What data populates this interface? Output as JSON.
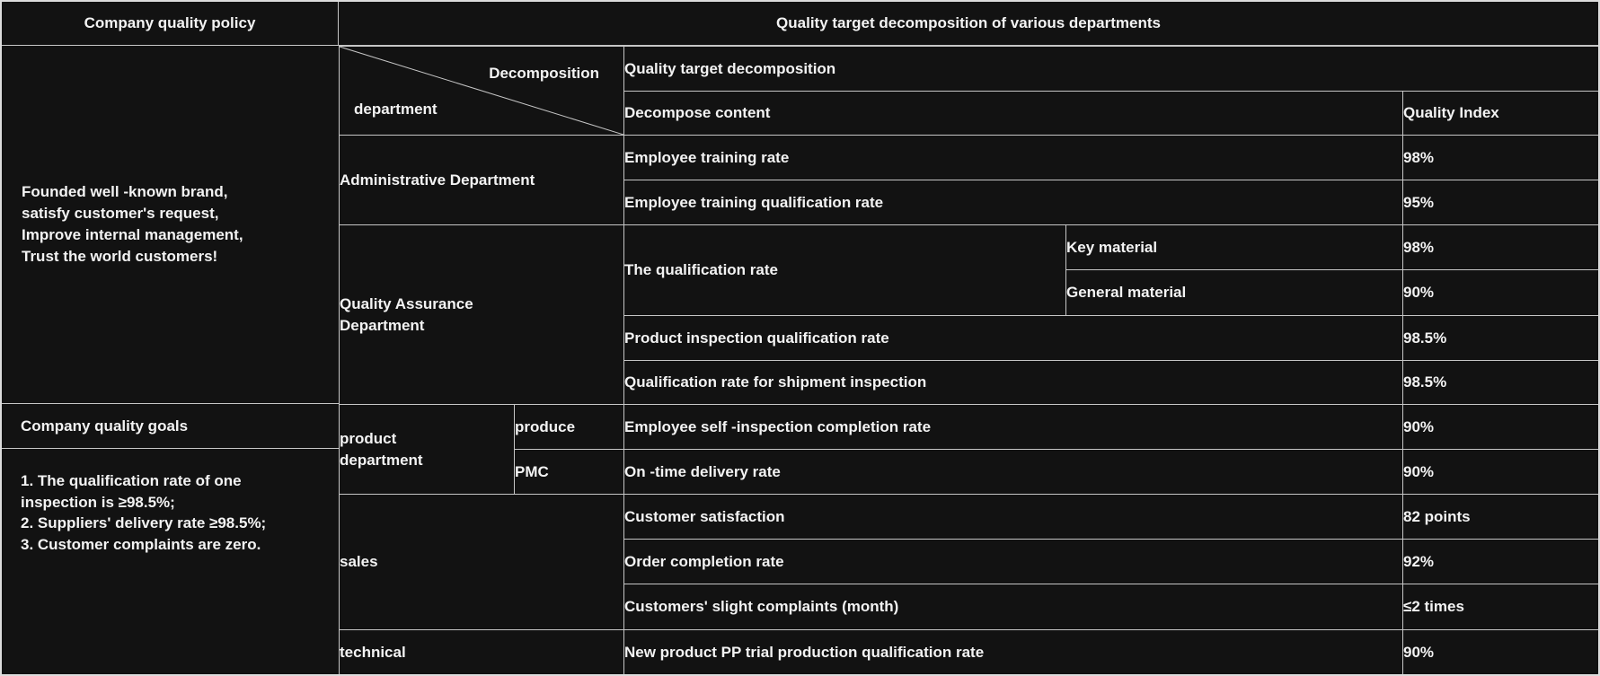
{
  "colors": {
    "background": "#121212",
    "grid_line": "#c6c6c6",
    "outer_border": "#dcdcdc",
    "text": "#f3f3f3"
  },
  "header": {
    "left": "Company quality policy",
    "right": "Quality target decomposition of various departments"
  },
  "left_panel": {
    "policy_text": "Founded well -known brand,\nsatisfy customer's request,\nImprove internal management,\nTrust the world customers!",
    "goals_title": "Company quality goals",
    "goals_text": "1. The qualification rate of one\ninspection is ≥98.5%;\n2. Suppliers' delivery rate ≥98.5%;\n3. Customer complaints are zero."
  },
  "matrix": {
    "corner": {
      "top": "Decomposition",
      "bottom": "department"
    },
    "span_header": "Quality target decomposition",
    "content_header": "Decompose content",
    "index_header": "Quality Index",
    "groups": [
      {
        "dept": "Administrative Department",
        "rows": [
          {
            "content": "Employee training rate",
            "index": "98%"
          },
          {
            "content": "Employee training qualification rate",
            "index": "95%"
          }
        ]
      },
      {
        "dept": "Quality Assurance\nDepartment",
        "rows": [
          {
            "content": "The qualification rate",
            "sub": "Key material",
            "index": "98%"
          },
          {
            "sub": "General material",
            "index": "90%"
          },
          {
            "content": "Product inspection qualification rate",
            "index": "98.5%"
          },
          {
            "content": "Qualification rate for shipment inspection",
            "index": "98.5%"
          }
        ]
      },
      {
        "dept": "product\ndepartment",
        "rows": [
          {
            "sub_dept": "produce",
            "content": "Employee self -inspection completion rate",
            "index": "90%"
          },
          {
            "sub_dept": "PMC",
            "content": "On -time delivery rate",
            "index": "90%"
          }
        ]
      },
      {
        "dept": "sales",
        "rows": [
          {
            "content": "Customer satisfaction",
            "index": "82 points"
          },
          {
            "content": "Order completion rate",
            "index": "92%"
          },
          {
            "content": "Customers' slight complaints (month)",
            "index": "≤2 times"
          }
        ]
      },
      {
        "dept": "technical",
        "rows": [
          {
            "content": "New product PP trial production qualification rate",
            "index": "90%"
          }
        ]
      }
    ]
  }
}
